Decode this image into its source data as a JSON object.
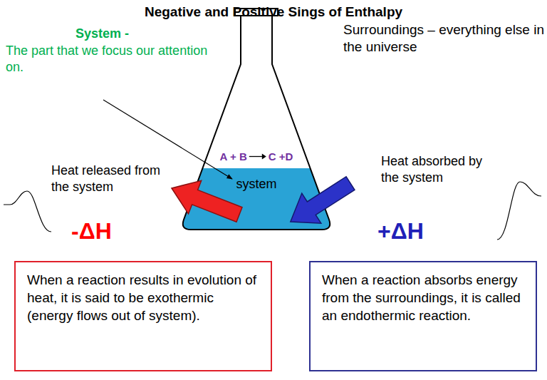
{
  "diagram": {
    "title": "Negative and Positive Sings of Enthalpy",
    "nodes": [
      {
        "text": [
          "A + B",
          "C +D",
          "system"
        ]
      },
      {
        "text": [
          "When a reaction results in evolution of heat, it is said to be exothermic (energy flows out of system)."
        ]
      },
      {
        "text": [
          "When a reaction absorbs energy from the surroundings, it is called an endothermic reaction."
        ]
      }
    ],
    "labels": [
      "System -",
      "The part that we focus our attention on.",
      "Surroundings – everything else in the universe",
      "Heat released from the system",
      "-ΔH",
      "Heat absorbed by the system",
      "+ΔH"
    ]
  }
}
